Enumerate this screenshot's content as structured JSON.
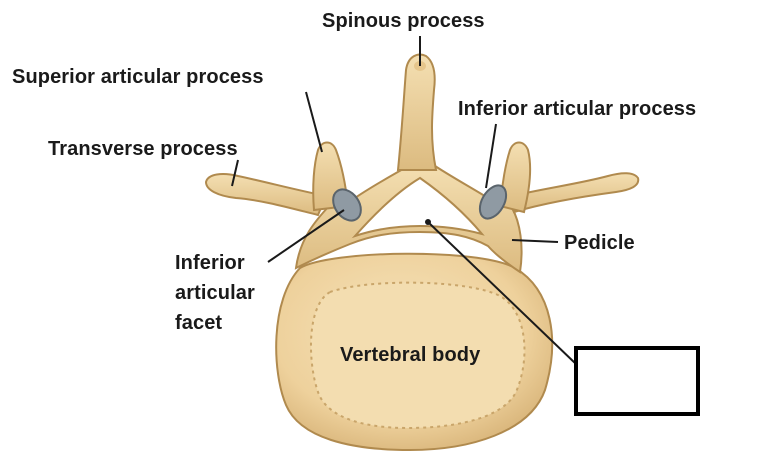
{
  "labels": {
    "spinous_process": "Spinous process",
    "superior_articular_process": "Superior articular process",
    "inferior_articular_process": "Inferior articular process",
    "transverse_process": "Transverse process",
    "pedicle": "Pedicle",
    "inferior_articular_facet_line1": "Inferior",
    "inferior_articular_facet_line2": "articular",
    "inferior_articular_facet_line3": "facet",
    "vertebral_body": "Vertebral body"
  },
  "colors": {
    "bone_fill": "#efd7a5",
    "bone_shadow": "#d9b77a",
    "bone_outline": "#b08a4e",
    "facet_fill": "#8f9aa3",
    "leader_line": "#1a1a1a",
    "answer_box_border": "#000000"
  }
}
